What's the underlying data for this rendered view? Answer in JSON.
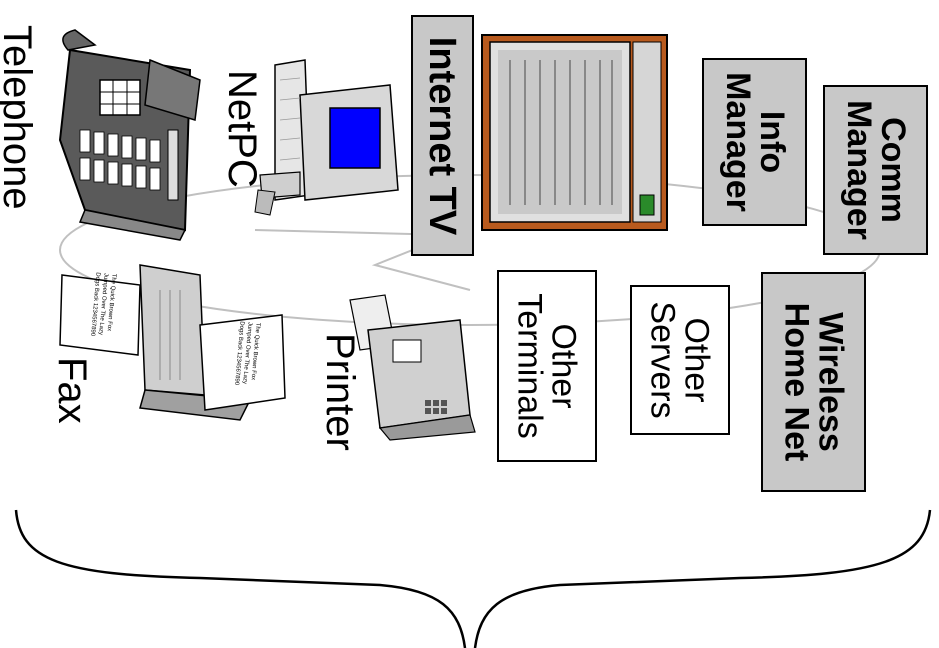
{
  "labels": {
    "telephone": "Telephone",
    "netpc": "NetPC",
    "fax": "Fax",
    "printer": "Printer"
  },
  "boxes": {
    "internet_tv": "Internet TV",
    "info_manager": [
      "Info",
      "Manager"
    ],
    "comm_manager": [
      "Comm",
      "Manager"
    ],
    "wireless_home_net": [
      "Wireless",
      "Home Net"
    ],
    "other_servers": [
      "Other",
      "Servers"
    ],
    "other_terminals": [
      "Other",
      "Terminals"
    ]
  },
  "fax_paper_text": [
    "The Quick Brown Fox",
    "Jumped Over The Lazy",
    "Dogs Back 1234567890"
  ],
  "colors": {
    "box_fill": "#c8c8c8",
    "ring": "#c0c0c0",
    "screen_blue": "#0000ff",
    "tv_cabinet": "#b85a1e"
  }
}
